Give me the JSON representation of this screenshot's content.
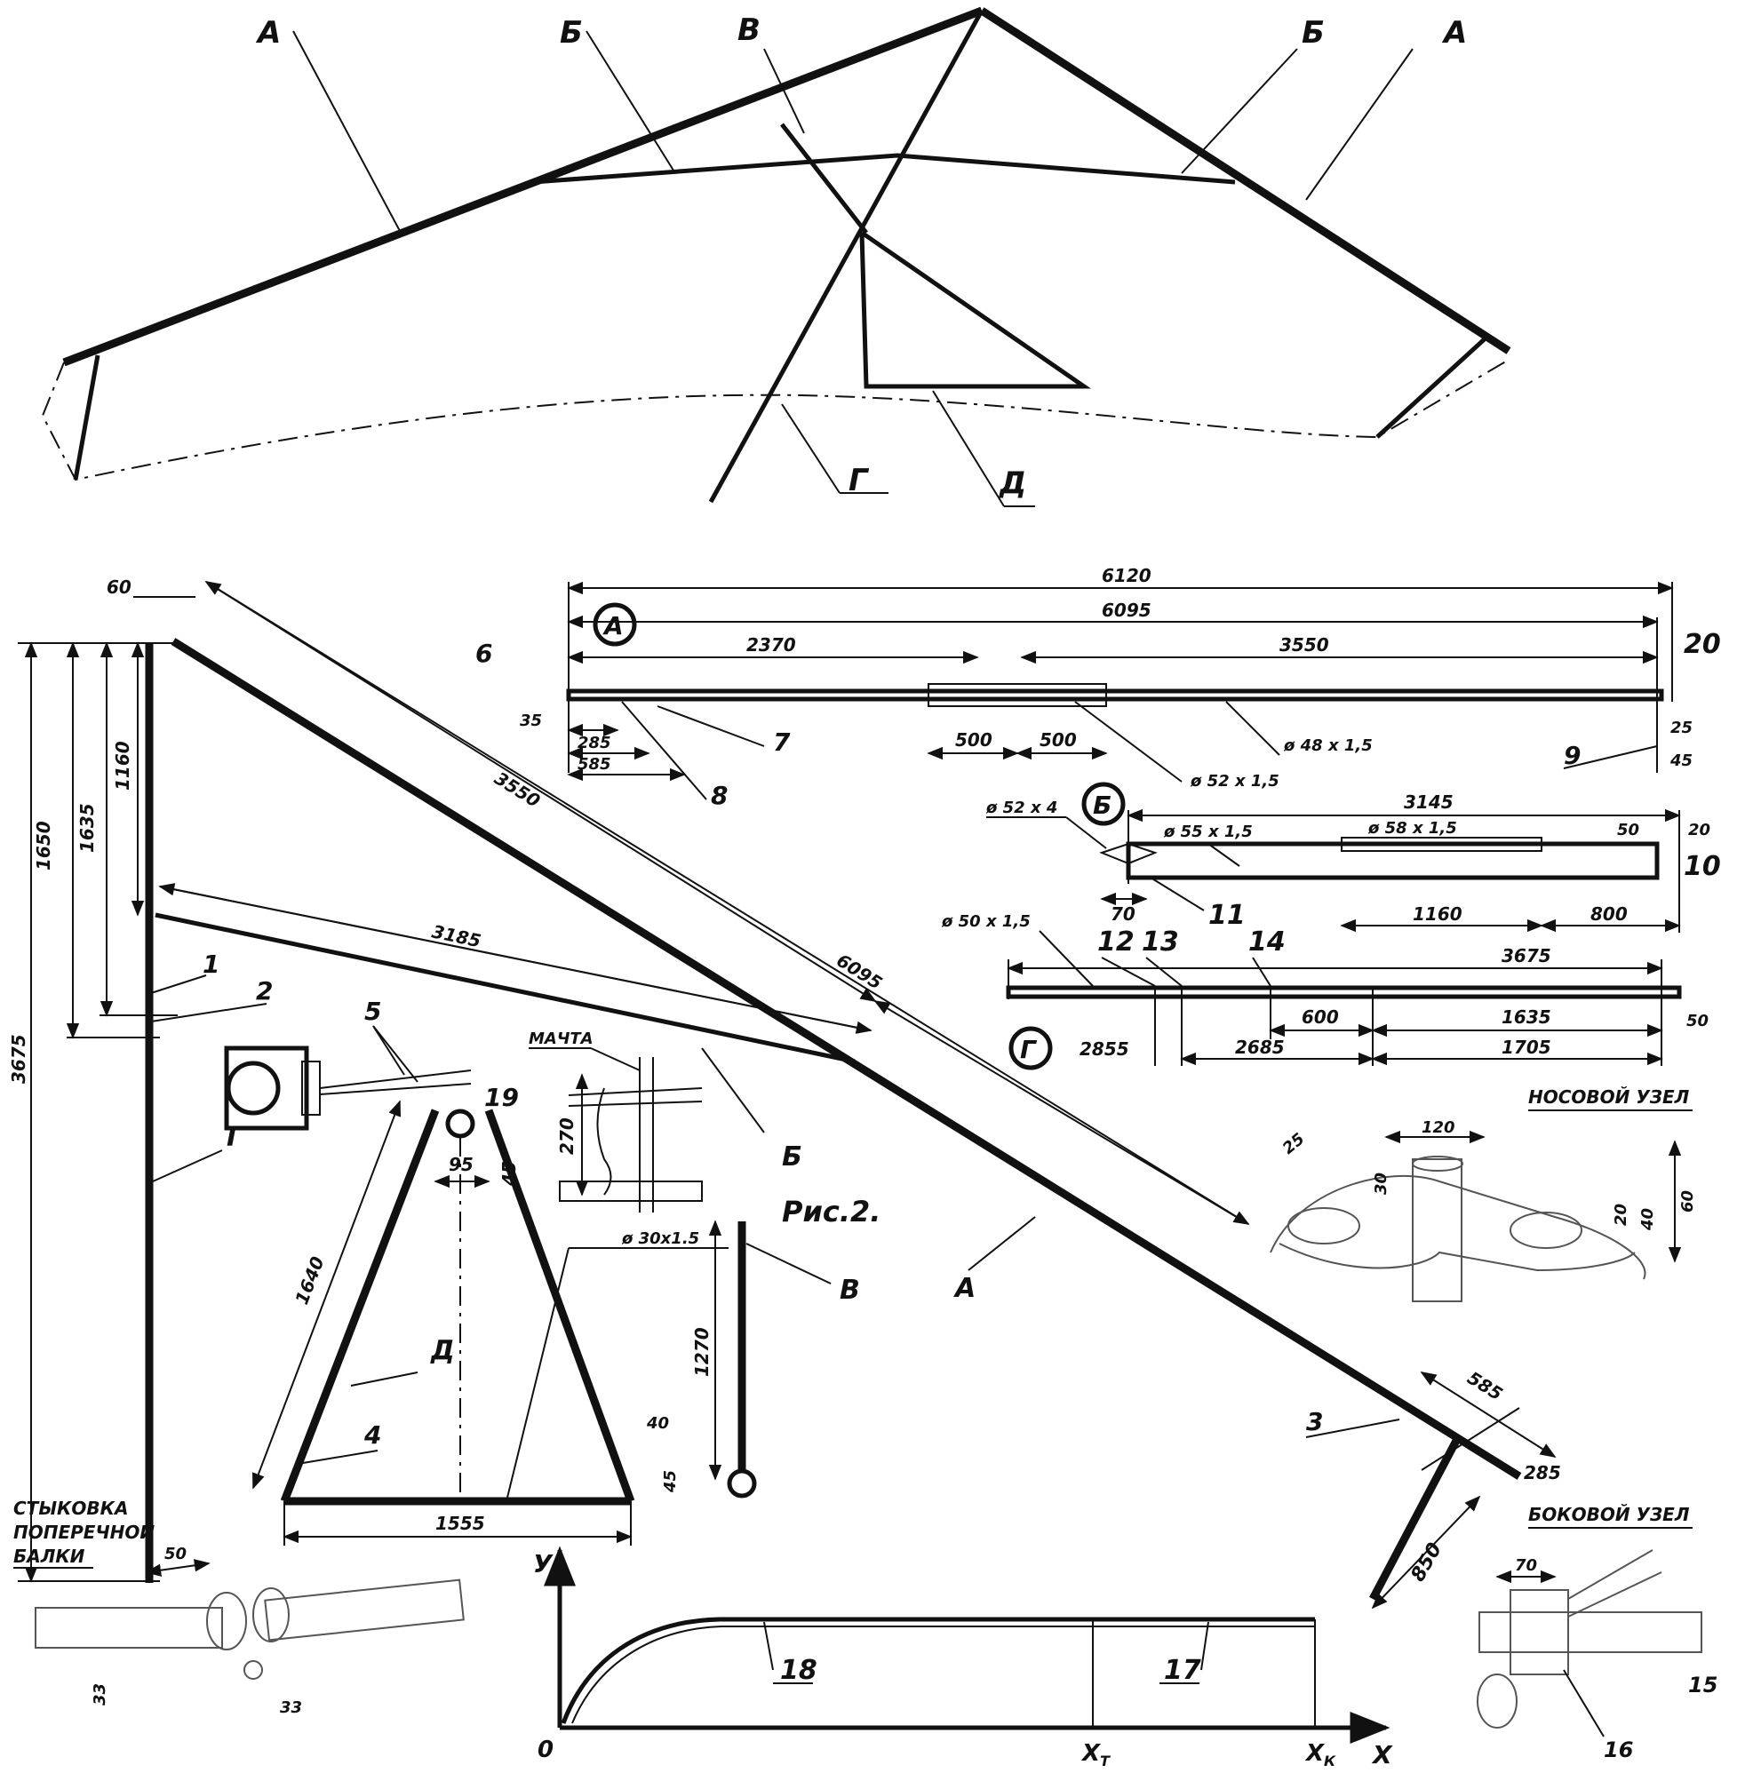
{
  "figure_caption": "Рис.2.",
  "overview": {
    "labels": [
      "А",
      "Б",
      "В",
      "Б",
      "А",
      "Г",
      "Д"
    ]
  },
  "frame": {
    "member_labels": {
      "a": "А",
      "b": "Б",
      "v": "В",
      "g": "Г",
      "d": "Д",
      "mast": "МАЧТА"
    },
    "dims": [
      "60",
      "1650",
      "1635",
      "1160",
      "3675",
      "3550",
      "6095",
      "3185",
      "585",
      "285",
      "850"
    ],
    "part_numbers": [
      "1",
      "2",
      "3",
      "5"
    ]
  },
  "tube_a": {
    "letter": "А",
    "dims": [
      "6120",
      "6095",
      "2370",
      "3550",
      "35",
      "285",
      "585",
      "500",
      "500",
      "25",
      "45"
    ],
    "tube_labels": [
      "ø 48 x 1,5",
      "ø 52 x 1,5"
    ],
    "part_numbers": [
      "6",
      "7",
      "8",
      "9",
      "20"
    ]
  },
  "tube_b": {
    "letter": "Б",
    "dims": [
      "3145",
      "50",
      "20",
      "70",
      "1160",
      "800"
    ],
    "tube_labels": [
      "ø 52 x 4",
      "ø 55 x 1,5",
      "ø 58 x 1,5"
    ],
    "part_numbers": [
      "10",
      "11"
    ]
  },
  "tube_g": {
    "letter": "Г",
    "dims": [
      "3675",
      "600",
      "1635",
      "2855",
      "2685",
      "1705",
      "50"
    ],
    "tube_labels": [
      "ø 50 x 1,5"
    ],
    "part_numbers": [
      "12",
      "13",
      "14"
    ]
  },
  "trapeze": {
    "dims": [
      "1640",
      "95",
      "45",
      "1555",
      "40",
      "45",
      "270",
      "1270"
    ],
    "tube_label": "ø 30x1.5",
    "part_numbers": [
      "4",
      "19"
    ]
  },
  "details": {
    "nose_title": "НОСОВОЙ УЗЕЛ",
    "nose_dims": [
      "25",
      "120",
      "30",
      "20",
      "40",
      "60"
    ],
    "side_title": "БОКОВОЙ УЗЕЛ",
    "side_dims": [
      "70"
    ],
    "side_parts": [
      "15",
      "16"
    ],
    "crossbar_title": [
      "СТЫКОВКА",
      "ПОПЕРЕЧНОЙ",
      "БАЛКИ"
    ],
    "crossbar_dims": [
      "50",
      "33",
      "33"
    ]
  },
  "graph": {
    "y_axis": "У",
    "x_axis": "Х",
    "origin": "0",
    "xt": "Х",
    "xt_sub": "Т",
    "xk": "Х",
    "xk_sub": "К",
    "part_numbers": [
      "18",
      "17"
    ]
  }
}
